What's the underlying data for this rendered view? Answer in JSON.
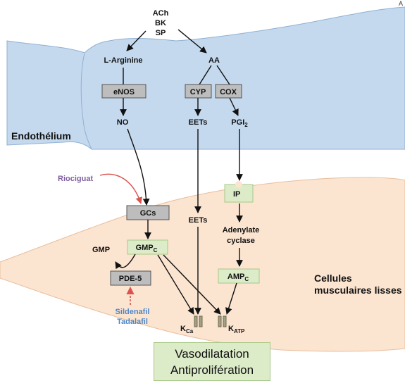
{
  "corner_label": "A",
  "agonists": [
    "ACh",
    "BK",
    "SP"
  ],
  "endothelium": {
    "region_label": "Endothélium",
    "l_arginine": "L-Arginine",
    "enos": "eNOS",
    "no": "NO",
    "aa": "AA",
    "cyp": "CYP",
    "cox": "COX",
    "eets": "EETs",
    "pgi": "PGI",
    "pgi_sub": "2"
  },
  "smooth_muscle": {
    "region_label_1": "Cellules",
    "region_label_2": "musculaires lisses",
    "riociguat": "Riociguat",
    "gcs": "GCs",
    "gmpc": "GMP",
    "gmpc_sub": "C",
    "gmp": "GMP",
    "pde5": "PDE-5",
    "sildenafil": "Sildenafil",
    "tadalafil": "Tadalafil",
    "eets": "EETs",
    "ip": "IP",
    "adenylate_1": "Adenylate",
    "adenylate_2": "cyclase",
    "ampc": "AMP",
    "ampc_sub": "C",
    "kca": "K",
    "kca_sub": "Ca",
    "katp": "K",
    "katp_sub": "ATP"
  },
  "result": {
    "line1": "Vasodilatation",
    "line2": "Antiprolifération"
  },
  "colors": {
    "endothelium_fill": "#c5d9ee",
    "smooth_muscle_fill": "#fbe4d0",
    "grey_box": "#bdbdbd",
    "green_box": "#dcebc8",
    "riociguat_text": "#7f5f9f",
    "pde_inhibitor_text": "#4f86c6",
    "red_arrow": "#d9534f",
    "channel_fill": "#a4a084"
  }
}
